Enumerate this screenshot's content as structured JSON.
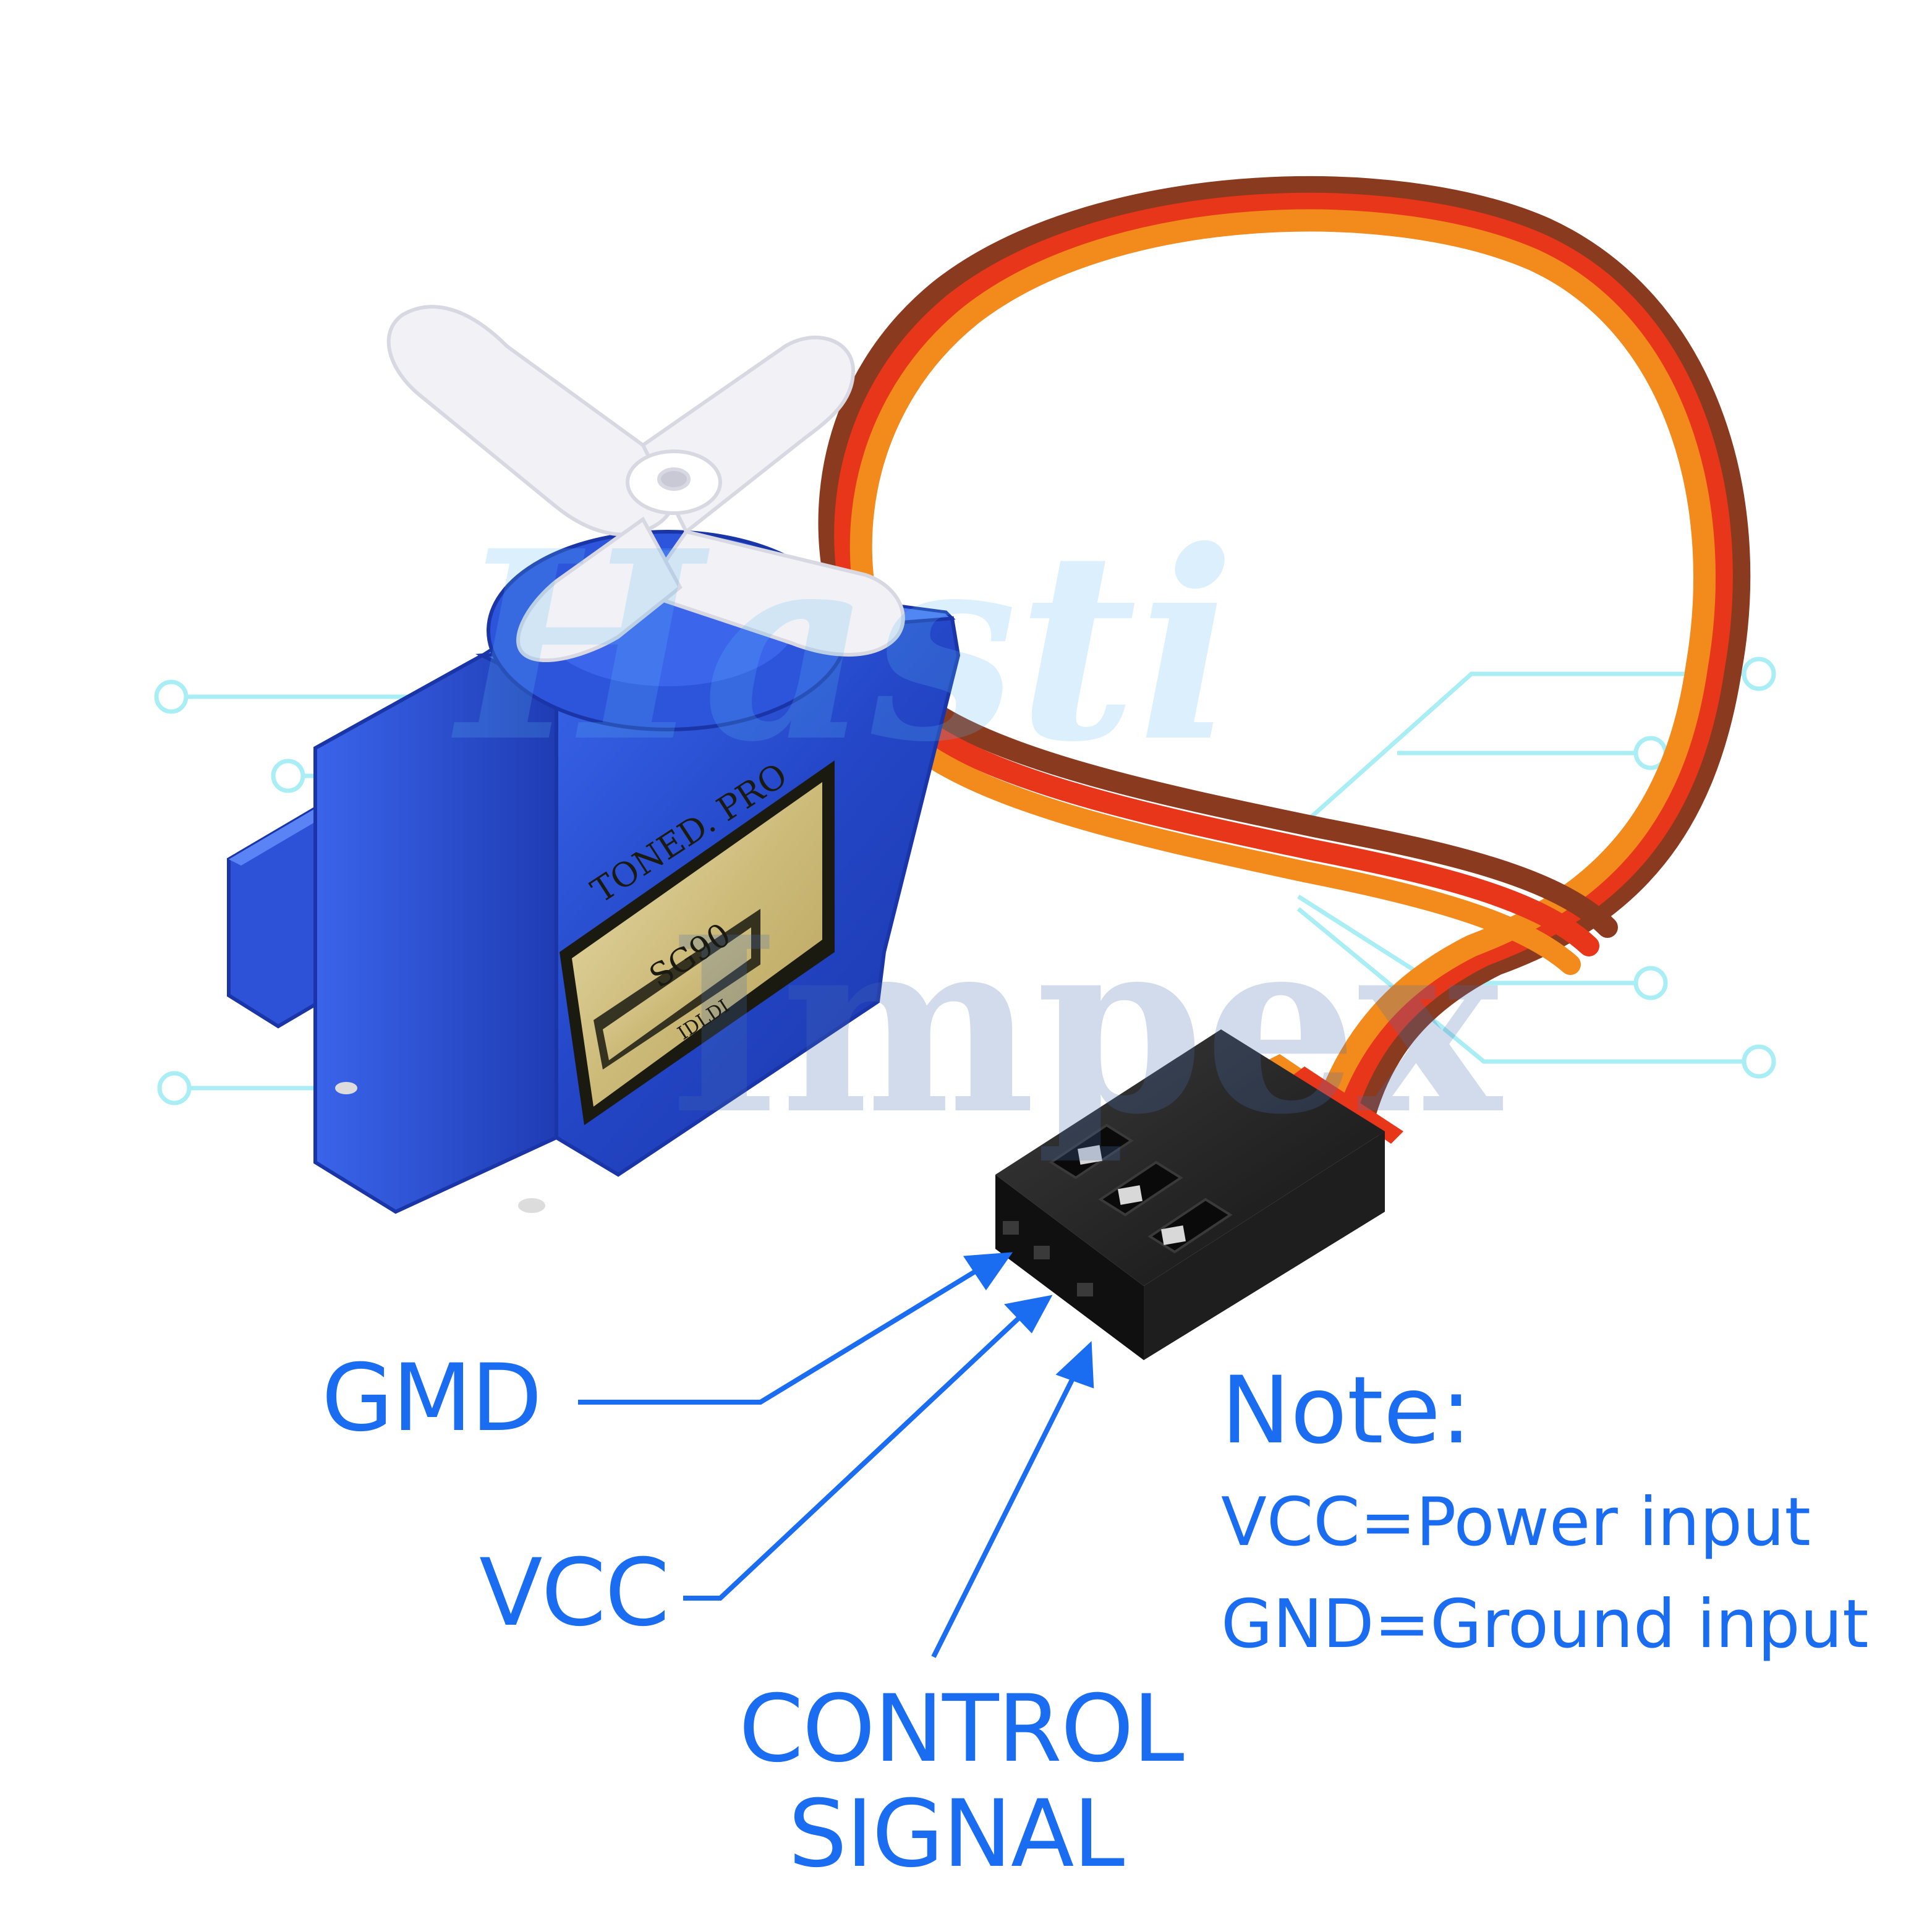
{
  "labels": {
    "gnd": "GMD",
    "vcc": "VCC",
    "control_line1": "CONTROL",
    "control_line2": "SIGNAL"
  },
  "note": {
    "title": "Note:",
    "lines": [
      "VCC=Power input",
      "GND=Ground input"
    ]
  },
  "servo_label": {
    "brand": "TONED. PRO",
    "model": "SG90",
    "sub": "IDLDI"
  },
  "watermark": {
    "line1": "Hasti",
    "line2": "Impex"
  },
  "colors": {
    "label_blue": "#1a6cf0",
    "servo_blue": "#2a4fd6",
    "wire_brown": "#8a3a1e",
    "wire_red": "#e8361a",
    "wire_orange": "#f28a1c",
    "connector": "#1c1c1c",
    "horn": "#f2f2f6",
    "circuit_cyan": "#a9eef5"
  }
}
